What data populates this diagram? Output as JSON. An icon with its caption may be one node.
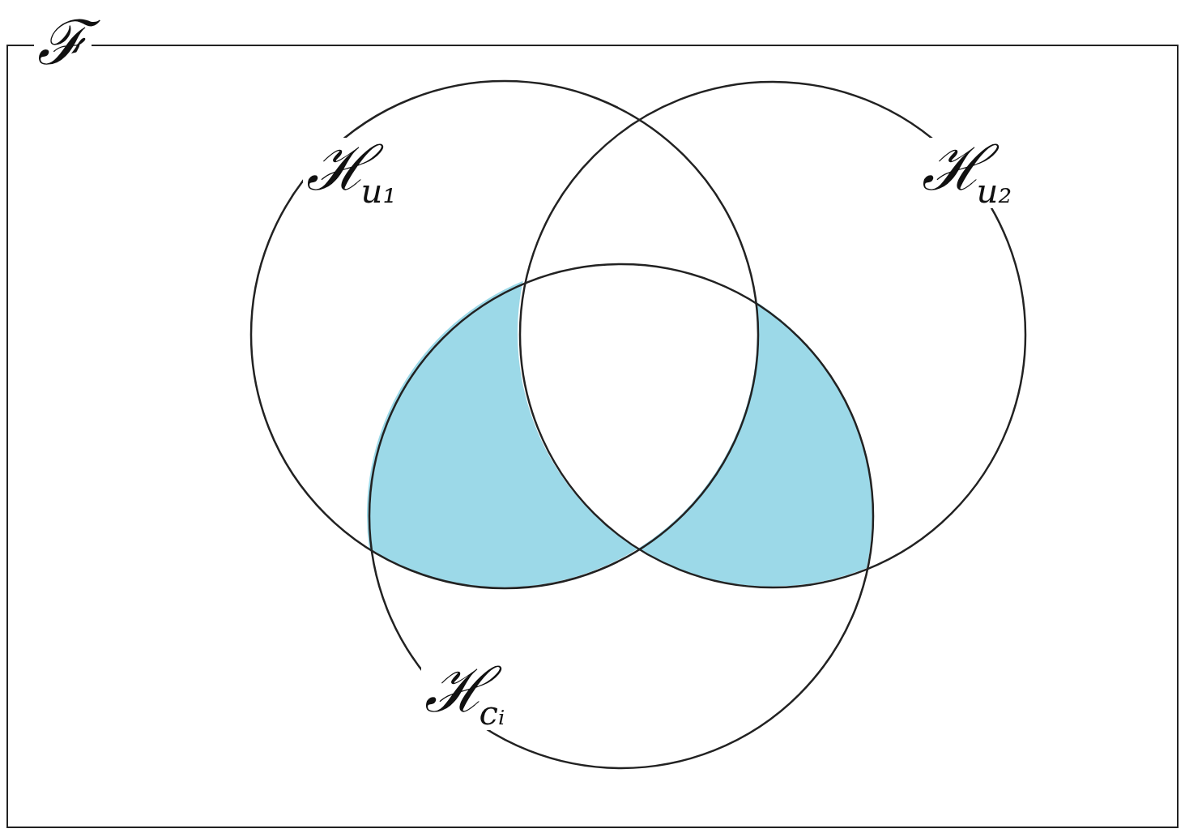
{
  "diagram": {
    "nodes": [
      {
        "text": [
          "ℱ"
        ]
      },
      {
        "text": [
          "ℋ$_{u₁}$"
        ],
        "in": 0
      },
      {
        "text": [
          "ℋ$_{u₂}$"
        ],
        "in": 0
      },
      {
        "text": [
          "ℋ$_{cᵢ}$"
        ],
        "in": 0
      }
    ]
  }
}
